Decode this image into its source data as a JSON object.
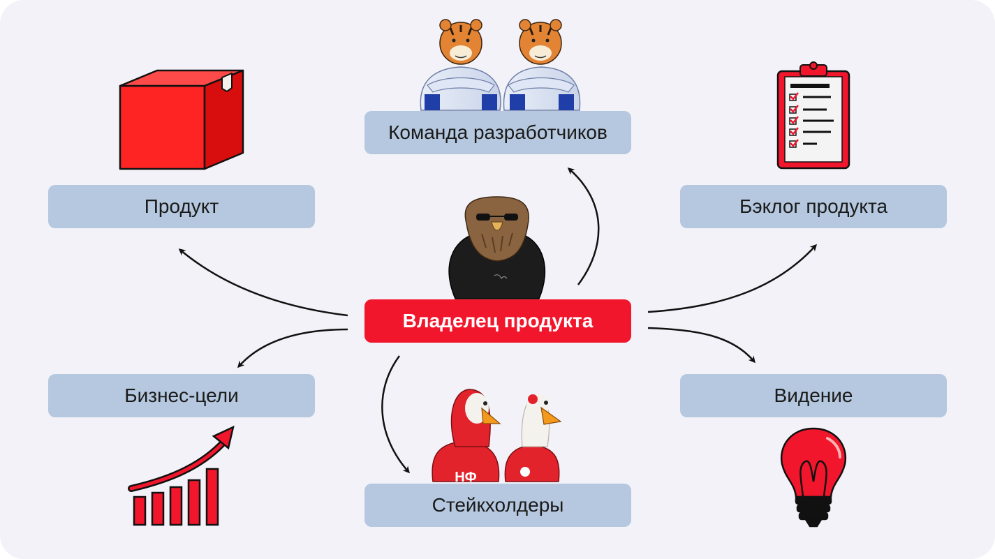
{
  "nodes": {
    "center": "Владелец продукта",
    "team": "Команда разработчиков",
    "product": "Продукт",
    "backlog": "Бэклог продукта",
    "goals": "Бизнес-цели",
    "vision": "Видение",
    "stakeholders": "Стейкхолдеры"
  },
  "shirt_logo": "НФ",
  "colors": {
    "accent": "#f2162c",
    "box": "#b5c8df",
    "background": "#f2f2f8",
    "arrow": "#111111"
  },
  "icons": [
    "box-icon",
    "tigers-illustration",
    "clipboard-icon",
    "eagle-illustration",
    "growth-chart-icon",
    "geese-illustration",
    "lightbulb-icon"
  ]
}
